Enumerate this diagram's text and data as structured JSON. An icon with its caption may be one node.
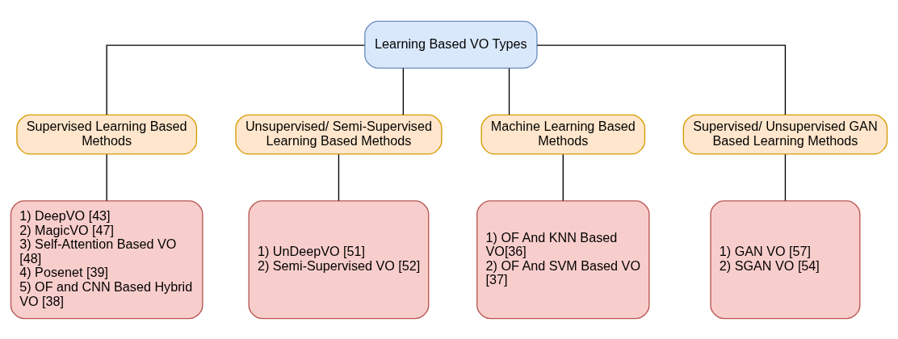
{
  "diagram": {
    "nodes": [
      {
        "text": [
          "Learning Based VO Types"
        ]
      },
      {
        "text": [
          "Supervised Learning Based Methods"
        ]
      },
      {
        "text": [
          "Unsupervised/ Semi-Supervised Learning Based Methods"
        ]
      },
      {
        "text": [
          "Machine Learning Based Methods"
        ]
      },
      {
        "text": [
          "Supervised/ Unsupervised GAN Based Learning Methods"
        ]
      },
      {
        "text": [
          "1) DeepVO [43]",
          "2) MagicVO [47]",
          "3) Self-Attention Based VO [48]",
          "4) Posenet [39]",
          "5) OF and CNN Based Hybrid VO [38]"
        ]
      },
      {
        "text": [
          "1) UnDeepVO [51]",
          "2) Semi-Supervised VO [52]"
        ]
      },
      {
        "text": [
          "1) OF And KNN Based VO[36]",
          "2) OF And SVM Based VO [37]"
        ]
      },
      {
        "text": [
          "1) GAN VO [57]",
          "2) SGAN VO [54]"
        ]
      }
    ],
    "edges": [
      {
        "from": 0,
        "to": 1,
        "arrow": "none"
      },
      {
        "from": 0,
        "to": 2,
        "arrow": "none"
      },
      {
        "from": 0,
        "to": 3,
        "arrow": "none"
      },
      {
        "from": 0,
        "to": 4,
        "arrow": "none"
      },
      {
        "from": 1,
        "to": 5,
        "arrow": "none"
      },
      {
        "from": 2,
        "to": 6,
        "arrow": "none"
      },
      {
        "from": 3,
        "to": 7,
        "arrow": "none"
      },
      {
        "from": 4,
        "to": 8,
        "arrow": "none"
      }
    ]
  }
}
